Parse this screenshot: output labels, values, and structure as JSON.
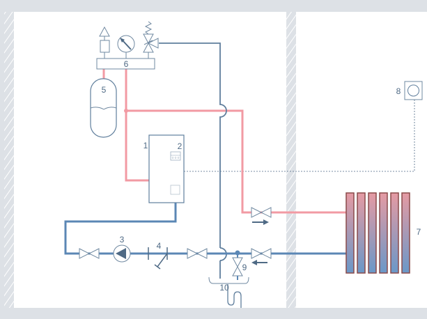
{
  "diagram": {
    "labels": {
      "boiler": "1",
      "controller": "2",
      "pump": "3",
      "filter": "4",
      "expansion_vessel": "5",
      "safety_group": "6",
      "radiator": "7",
      "room_thermostat": "8",
      "drain_valve": "9",
      "drain_trap": "10"
    },
    "colors": {
      "flow_pipe": "#f29aa3",
      "return_pipe": "#5b87b5",
      "wall": "#dde1e6",
      "radiator_top": "#d98a95",
      "radiator_bottom": "#6a98c8"
    }
  }
}
